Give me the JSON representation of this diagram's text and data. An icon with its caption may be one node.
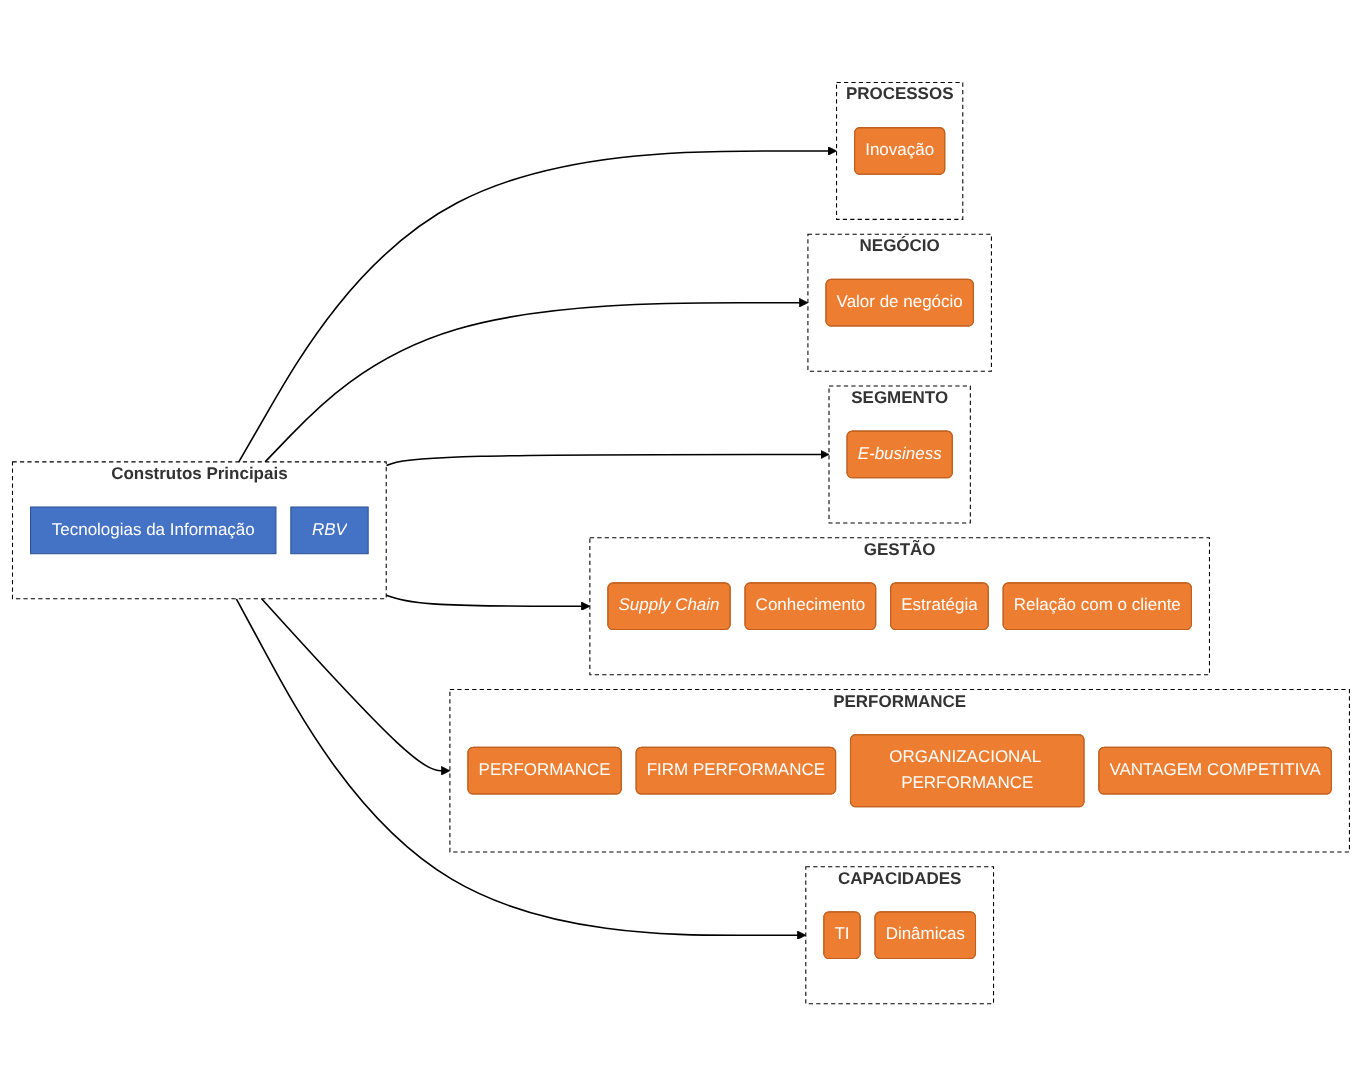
{
  "diagram": {
    "nodes": [
      {
        "text": [
          "PROCESSOS"
        ]
      },
      {
        "text": [
          "Inovação"
        ],
        "in": 0
      },
      {
        "text": [
          "NEGÓCIO"
        ]
      },
      {
        "text": [
          "Valor de negócio"
        ],
        "in": 2
      },
      {
        "text": [
          "SEGMENTO"
        ]
      },
      {
        "text": [
          "E-business"
        ],
        "in": 4
      },
      {
        "text": [
          "GESTÃO"
        ]
      },
      {
        "text": [
          "Supply Chain"
        ],
        "in": 6
      },
      {
        "text": [
          "Conhecimento"
        ],
        "in": 6
      },
      {
        "text": [
          "Estratégia"
        ],
        "in": 6
      },
      {
        "text": [
          "Relação com o cliente"
        ],
        "in": 6
      },
      {
        "text": [
          "Construtos Principais"
        ]
      },
      {
        "text": [
          "Tecnologias da Informação"
        ],
        "in": 11
      },
      {
        "text": [
          "RBV"
        ],
        "in": 11
      },
      {
        "text": [
          "PERFORMANCE"
        ]
      },
      {
        "text": [
          "PERFORMANCE"
        ],
        "in": 14
      },
      {
        "text": [
          "FIRM PERFORMANCE"
        ],
        "in": 14
      },
      {
        "text": [
          "ORGANIZACIONAL PERFORMANCE"
        ],
        "in": 14
      },
      {
        "text": [
          "VANTAGEM COMPETITIVA"
        ],
        "in": 14
      },
      {
        "text": [
          "CAPACIDADES"
        ]
      },
      {
        "text": [
          "TI"
        ],
        "in": 19
      },
      {
        "text": [
          "Dinâmicas"
        ],
        "in": 19
      }
    ],
    "edges": [
      {
        "from": 11,
        "to": 0,
        "arrow": "to"
      },
      {
        "from": 11,
        "to": 2,
        "arrow": "to"
      },
      {
        "from": 11,
        "to": 4,
        "arrow": "to"
      },
      {
        "from": 11,
        "to": 6,
        "arrow": "to"
      },
      {
        "from": 11,
        "to": 14,
        "arrow": "to"
      },
      {
        "from": 11,
        "to": 19,
        "arrow": "to"
      }
    ]
  }
}
